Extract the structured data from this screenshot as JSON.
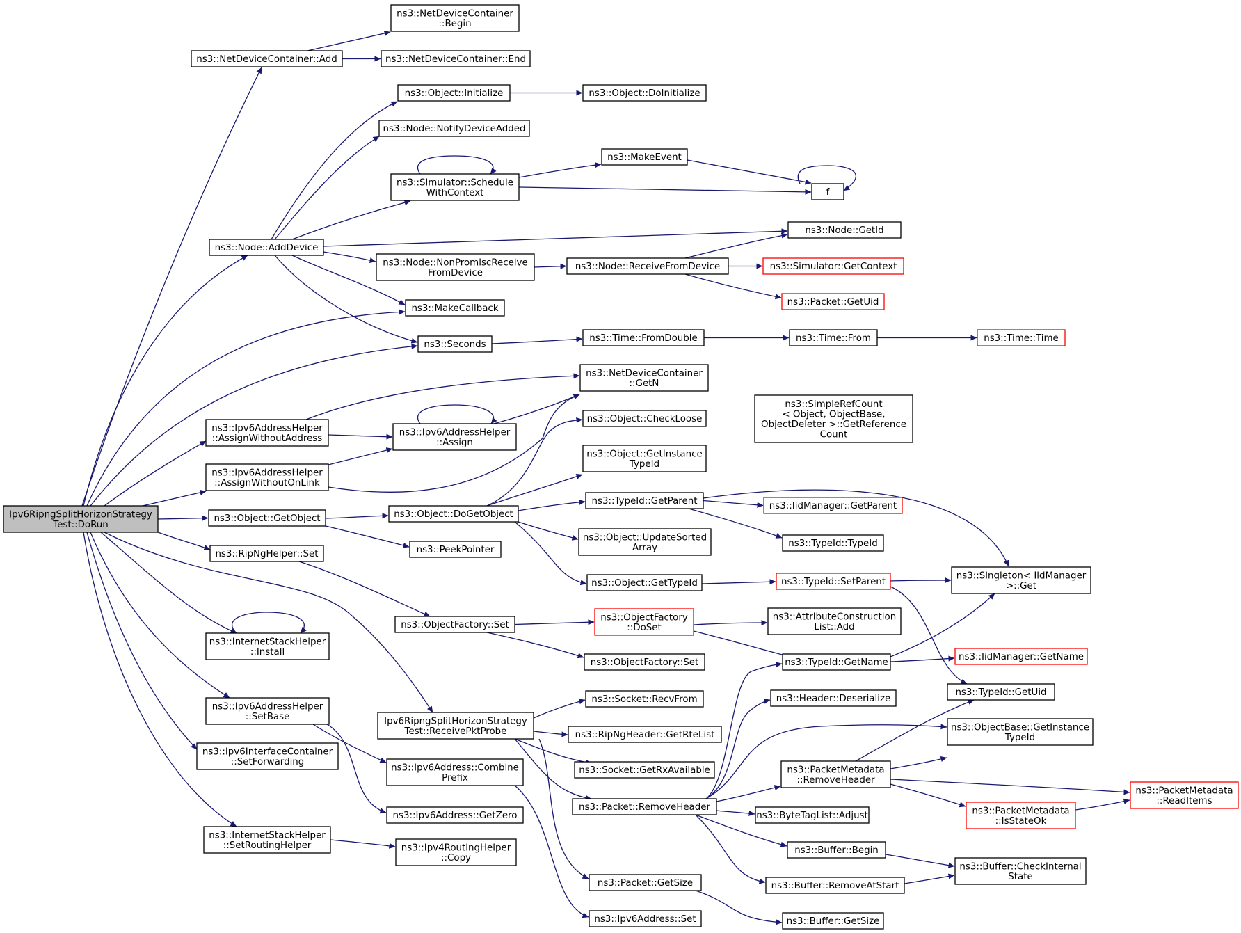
{
  "colors": {
    "edge": "#191970",
    "root_fill": "#bfbfbf",
    "link_border": "#000000",
    "incomplete_border": "#ff0000"
  },
  "nodes": [
    {
      "id": "root",
      "lines": [
        "Ipv6RipngSplitHorizonStrategy",
        "Test::DoRun"
      ],
      "kind": "root"
    },
    {
      "id": "ndc_add",
      "lines": [
        "ns3::NetDeviceContainer::Add"
      ]
    },
    {
      "id": "ndc_begin",
      "lines": [
        "ns3::NetDeviceContainer",
        "::Begin"
      ]
    },
    {
      "id": "ndc_end",
      "lines": [
        "ns3::NetDeviceContainer::End"
      ]
    },
    {
      "id": "obj_init",
      "lines": [
        "ns3::Object::Initialize"
      ]
    },
    {
      "id": "obj_doinit",
      "lines": [
        "ns3::Object::DoInitialize"
      ]
    },
    {
      "id": "node_notify",
      "lines": [
        "ns3::Node::NotifyDeviceAdded"
      ]
    },
    {
      "id": "sim_swc",
      "lines": [
        "ns3::Simulator::Schedule",
        "WithContext"
      ]
    },
    {
      "id": "make_event",
      "lines": [
        "ns3::MakeEvent"
      ]
    },
    {
      "id": "f",
      "lines": [
        "f"
      ]
    },
    {
      "id": "node_adddev",
      "lines": [
        "ns3::Node::AddDevice"
      ]
    },
    {
      "id": "node_getid",
      "lines": [
        "ns3::Node::GetId"
      ]
    },
    {
      "id": "node_nonprom",
      "lines": [
        "ns3::Node::NonPromiscReceive",
        "FromDevice"
      ]
    },
    {
      "id": "node_recv",
      "lines": [
        "ns3::Node::ReceiveFromDevice"
      ]
    },
    {
      "id": "sim_getctx",
      "lines": [
        "ns3::Simulator::GetContext"
      ],
      "kind": "red"
    },
    {
      "id": "pkt_getuid",
      "lines": [
        "ns3::Packet::GetUid"
      ],
      "kind": "red"
    },
    {
      "id": "make_cb",
      "lines": [
        "ns3::MakeCallback"
      ]
    },
    {
      "id": "seconds",
      "lines": [
        "ns3::Seconds"
      ]
    },
    {
      "id": "time_fromdouble",
      "lines": [
        "ns3::Time::FromDouble"
      ]
    },
    {
      "id": "time_from",
      "lines": [
        "ns3::Time::From"
      ]
    },
    {
      "id": "time_time",
      "lines": [
        "ns3::Time::Time"
      ],
      "kind": "red"
    },
    {
      "id": "ndc_getn",
      "lines": [
        "ns3::NetDeviceContainer",
        "::GetN"
      ]
    },
    {
      "id": "ip6h_awa",
      "lines": [
        "ns3::Ipv6AddressHelper",
        "::AssignWithoutAddress"
      ]
    },
    {
      "id": "ip6h_assign",
      "lines": [
        "ns3::Ipv6AddressHelper",
        "::Assign"
      ]
    },
    {
      "id": "obj_checkloose",
      "lines": [
        "ns3::Object::CheckLoose"
      ]
    },
    {
      "id": "simplerefcount",
      "lines": [
        "ns3::SimpleRefCount",
        "< Object, ObjectBase,",
        "ObjectDeleter >::GetReference",
        "Count"
      ]
    },
    {
      "id": "obj_getinsttid",
      "lines": [
        "ns3::Object::GetInstance",
        "TypeId"
      ]
    },
    {
      "id": "ip6h_awol",
      "lines": [
        "ns3::Ipv6AddressHelper",
        "::AssignWithoutOnLink"
      ]
    },
    {
      "id": "obj_getobject",
      "lines": [
        "ns3::Object::GetObject"
      ]
    },
    {
      "id": "obj_dogetobject",
      "lines": [
        "ns3::Object::DoGetObject"
      ]
    },
    {
      "id": "tid_getparent",
      "lines": [
        "ns3::TypeId::GetParent"
      ]
    },
    {
      "id": "iid_getparent",
      "lines": [
        "ns3::IidManager::GetParent"
      ],
      "kind": "red"
    },
    {
      "id": "tid_typeid",
      "lines": [
        "ns3::TypeId::TypeId"
      ]
    },
    {
      "id": "peekpointer",
      "lines": [
        "ns3::PeekPointer"
      ]
    },
    {
      "id": "obj_updsorted",
      "lines": [
        "ns3::Object::UpdateSorted",
        "Array"
      ]
    },
    {
      "id": "ripng_set",
      "lines": [
        "ns3::RipNgHelper::Set"
      ]
    },
    {
      "id": "obj_gettypeid",
      "lines": [
        "ns3::Object::GetTypeId"
      ]
    },
    {
      "id": "tid_setparent",
      "lines": [
        "ns3::TypeId::SetParent"
      ],
      "kind": "red"
    },
    {
      "id": "singleton_get",
      "lines": [
        "ns3::Singleton< IidManager",
        ">::Get"
      ]
    },
    {
      "id": "of_set",
      "lines": [
        "ns3::ObjectFactory::Set"
      ]
    },
    {
      "id": "of_doset",
      "lines": [
        "ns3::ObjectFactory",
        "::DoSet"
      ],
      "kind": "red"
    },
    {
      "id": "acl_add",
      "lines": [
        "ns3::AttributeConstruction",
        "List::Add"
      ]
    },
    {
      "id": "ish_install",
      "lines": [
        "ns3::InternetStackHelper",
        "::Install"
      ]
    },
    {
      "id": "tid_getname",
      "lines": [
        "ns3::TypeId::GetName"
      ]
    },
    {
      "id": "iid_getname",
      "lines": [
        "ns3::IidManager::GetName"
      ],
      "kind": "red"
    },
    {
      "id": "of_set2",
      "lines": [
        "ns3::ObjectFactory::Set"
      ]
    },
    {
      "id": "sock_recvfrom",
      "lines": [
        "ns3::Socket::RecvFrom"
      ]
    },
    {
      "id": "hdr_deser",
      "lines": [
        "ns3::Header::Deserialize"
      ]
    },
    {
      "id": "tid_getuid",
      "lines": [
        "ns3::TypeId::GetUid"
      ]
    },
    {
      "id": "ip6h_setbase",
      "lines": [
        "ns3::Ipv6AddressHelper",
        "::SetBase"
      ]
    },
    {
      "id": "recvpktprobe",
      "lines": [
        "Ipv6RipngSplitHorizonStrategy",
        "Test::ReceivePktProbe"
      ]
    },
    {
      "id": "ripnghdr_rte",
      "lines": [
        "ns3::RipNgHeader::GetRteList"
      ]
    },
    {
      "id": "ob_getinsttid",
      "lines": [
        "ns3::ObjectBase::GetInstance",
        "TypeId"
      ]
    },
    {
      "id": "ip6ic_setfwd",
      "lines": [
        "ns3::Ipv6InterfaceContainer",
        "::SetForwarding"
      ]
    },
    {
      "id": "ip6a_combine",
      "lines": [
        "ns3::Ipv6Address::Combine",
        "Prefix"
      ]
    },
    {
      "id": "sock_rxavail",
      "lines": [
        "ns3::Socket::GetRxAvailable"
      ]
    },
    {
      "id": "pm_removehdr",
      "lines": [
        "ns3::PacketMetadata",
        "::RemoveHeader"
      ]
    },
    {
      "id": "pm_readitems",
      "lines": [
        "ns3::PacketMetadata",
        "::ReadItems"
      ],
      "kind": "red"
    },
    {
      "id": "pkt_removehdr",
      "lines": [
        "ns3::Packet::RemoveHeader"
      ]
    },
    {
      "id": "pm_isstateok",
      "lines": [
        "ns3::PacketMetadata",
        "::IsStateOk"
      ],
      "kind": "red"
    },
    {
      "id": "ip6a_getzero",
      "lines": [
        "ns3::Ipv6Address::GetZero"
      ]
    },
    {
      "id": "btl_adjust",
      "lines": [
        "ns3::ByteTagList::Adjust"
      ]
    },
    {
      "id": "ish_setrouting",
      "lines": [
        "ns3::InternetStackHelper",
        "::SetRoutingHelper"
      ]
    },
    {
      "id": "ip4rh_copy",
      "lines": [
        "ns3::Ipv4RoutingHelper",
        "::Copy"
      ]
    },
    {
      "id": "buf_begin",
      "lines": [
        "ns3::Buffer::Begin"
      ]
    },
    {
      "id": "pkt_getsize",
      "lines": [
        "ns3::Packet::GetSize"
      ]
    },
    {
      "id": "buf_checkint",
      "lines": [
        "ns3::Buffer::CheckInternal",
        "State"
      ]
    },
    {
      "id": "ip6a_set",
      "lines": [
        "ns3::Ipv6Address::Set"
      ]
    },
    {
      "id": "buf_removeatstart",
      "lines": [
        "ns3::Buffer::RemoveAtStart"
      ]
    },
    {
      "id": "buf_getsize",
      "lines": [
        "ns3::Buffer::GetSize"
      ]
    }
  ]
}
